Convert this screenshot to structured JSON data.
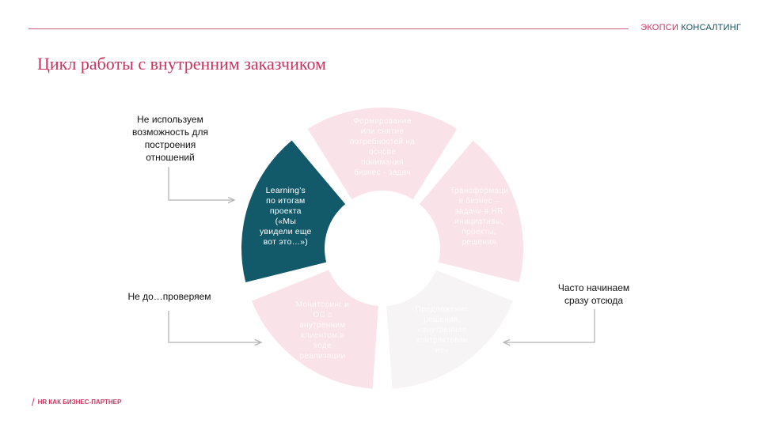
{
  "header": {
    "brand_part1": "ЭКОПСИ",
    "brand_part2": "КОНСАЛТИНГ"
  },
  "slide": {
    "title": "Цикл работы с внутренним заказчиком"
  },
  "footer": {
    "slash": "/",
    "label": "HR КАК БИЗНЕС-ПАРТНЕР"
  },
  "annotations": {
    "top_left": [
      "Не используем",
      "возможность для",
      "построения",
      "отношений"
    ],
    "bottom_left": "Не до…проверяем",
    "bottom_right": [
      "Часто начинаем",
      "сразу отсюда"
    ]
  },
  "cycle": {
    "segments": [
      {
        "lines": [
          "Формирование",
          "или снятие",
          "потребностей на",
          "основе",
          "понимания",
          "бизнес - задач"
        ],
        "state": "faint"
      },
      {
        "lines": [
          "Трансформаци",
          "я бизнес –",
          "задачи в HR",
          "инициативы,",
          "проекты,",
          "решения"
        ],
        "state": "faint"
      },
      {
        "lines": [
          "Предложение",
          "решения,",
          "«внутреннее",
          "контрактован",
          "ие»"
        ],
        "state": "faint"
      },
      {
        "lines": [
          "Мониторинг и",
          "ОС с",
          "внутренним",
          "клиентом в",
          "ходе",
          "реализации"
        ],
        "state": "faint"
      },
      {
        "lines": [
          "Learning’s",
          "по итогам",
          "проекта",
          "(«Мы",
          "увидели еще",
          "вот это…»)"
        ],
        "state": "active"
      }
    ],
    "colors": {
      "active": "#12596a",
      "faint": "#f9e2e8",
      "faint_grey": "#f7f4f5",
      "arrow": "#b4b4b4"
    }
  }
}
